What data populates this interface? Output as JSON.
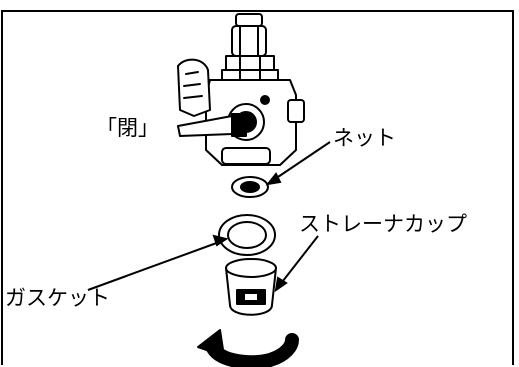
{
  "labels": {
    "closed": "「閉」",
    "net": "ネット",
    "strainer_cup": "ストレーナカップ",
    "gasket": "ガスケット"
  },
  "colors": {
    "line": "#000000",
    "background": "#ffffff"
  }
}
